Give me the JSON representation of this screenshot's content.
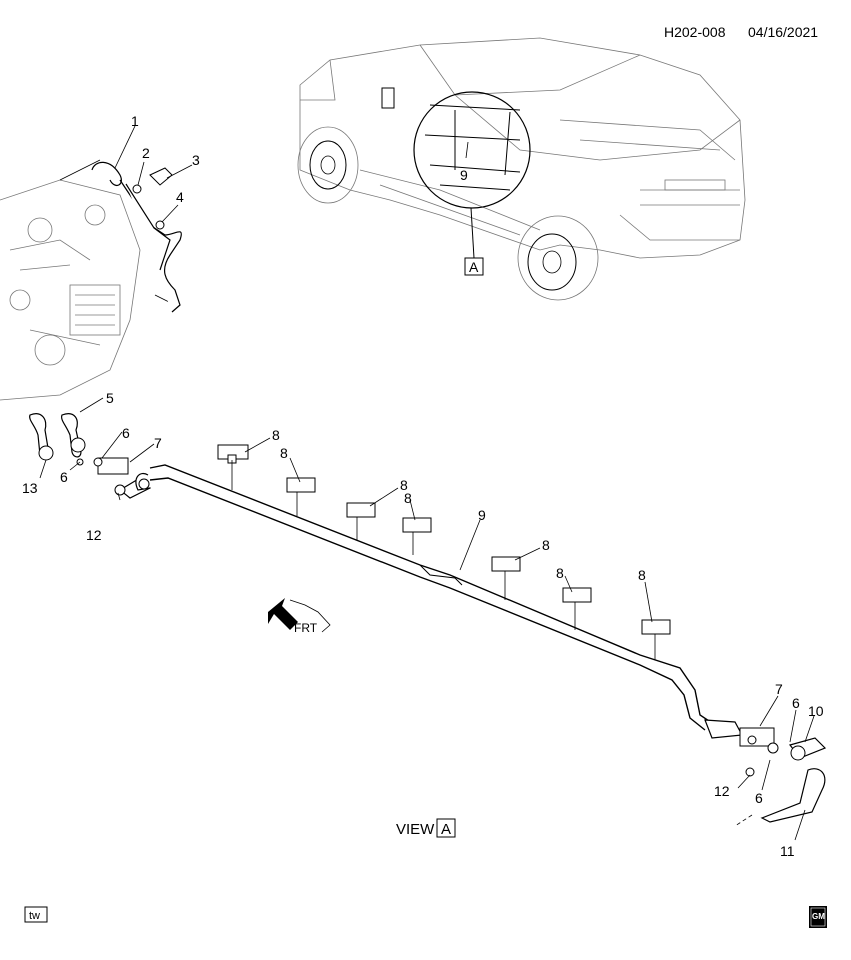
{
  "header": {
    "diagram_id": "H202-008",
    "date": "04/16/2021"
  },
  "callouts": {
    "c1": "1",
    "c2": "2",
    "c3": "3",
    "c4": "4",
    "c5": "5",
    "c6a": "6",
    "c6b": "6",
    "c6c": "6",
    "c6d": "6",
    "c7a": "7",
    "c7b": "7",
    "c8a": "8",
    "c8b": "8",
    "c8c": "8",
    "c8d": "8",
    "c8e": "8",
    "c8f": "8",
    "c8g": "8",
    "c9a": "9",
    "c9b": "9",
    "c10": "10",
    "c11": "11",
    "c12a": "12",
    "c12b": "12",
    "c13": "13"
  },
  "view_ref": {
    "box_letter": "A"
  },
  "view_label": {
    "text": "VIEW",
    "letter": "A"
  },
  "direction": {
    "text": "FRT"
  },
  "footer": {
    "left_badge": "tw",
    "right_logo": "GM"
  }
}
